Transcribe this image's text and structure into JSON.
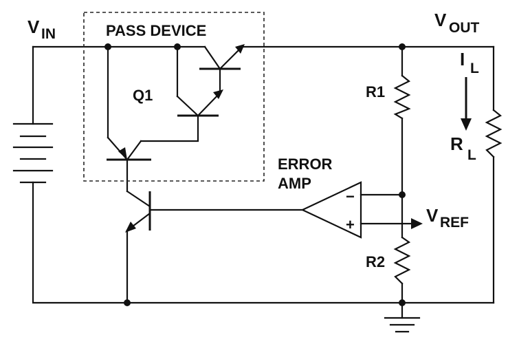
{
  "labels": {
    "vin_main": "V",
    "vin_sub": "IN",
    "vout_main": "V",
    "vout_sub": "OUT",
    "pass_device": "PASS DEVICE",
    "q1": "Q1",
    "r1": "R1",
    "r2": "R2",
    "il_main": "I",
    "il_sub": "L",
    "rl_main": "R",
    "rl_sub": "L",
    "error": "ERROR",
    "amp": "AMP",
    "minus": "−",
    "plus": "+",
    "vref_main": "V",
    "vref_sub": "REF"
  }
}
